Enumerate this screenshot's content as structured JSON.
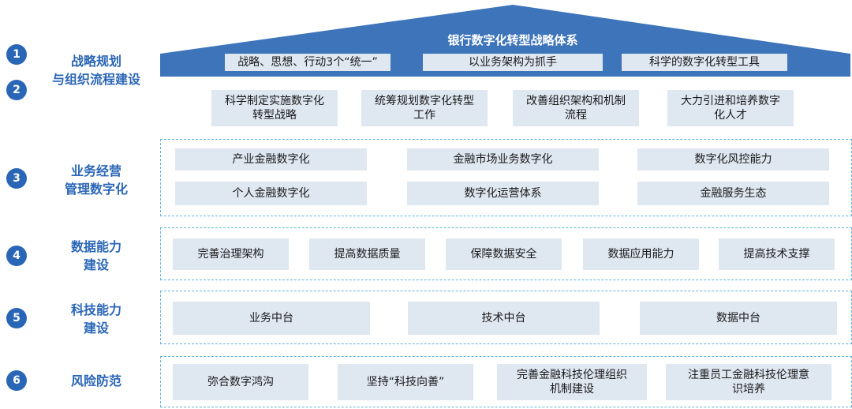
{
  "roof": {
    "title": "银行数字化转型战略体系",
    "items": [
      "战略、思想、行动3个“统一”",
      "以业务架构为抓手",
      "科学的数字化转型工具"
    ]
  },
  "sections": [
    {
      "num": "1"
    },
    {
      "num": "2",
      "title_lines": [
        "战略规划",
        "与组织流程建设"
      ],
      "items": [
        [
          "科学制定实施数字化",
          "转型战略"
        ],
        [
          "统筹规划数字化转型",
          "工作"
        ],
        [
          "改善组织架构和机制",
          "流程"
        ],
        [
          "大力引进和培养数字",
          "化人才"
        ]
      ]
    },
    {
      "num": "3",
      "title_lines": [
        "业务经营",
        "管理数字化"
      ],
      "items": [
        "产业金融数字化",
        "金融市场业务数字化",
        "数字化风控能力",
        "个人金融数字化",
        "数字化运营体系",
        "金融服务生态"
      ]
    },
    {
      "num": "4",
      "title_lines": [
        "数据能力",
        "建设"
      ],
      "items": [
        "完善治理架构",
        "提高数据质量",
        "保障数据安全",
        "数据应用能力",
        "提高技术支撑"
      ]
    },
    {
      "num": "5",
      "title_lines": [
        "科技能力",
        "建设"
      ],
      "items": [
        "业务中台",
        "技术中台",
        "数据中台"
      ]
    },
    {
      "num": "6",
      "title_lines": [
        "风险防范"
      ],
      "items": [
        [
          "弥合数字鸿沟"
        ],
        [
          "坚持“科技向善”"
        ],
        [
          "完善金融科技伦理组织",
          "机制建设"
        ],
        [
          "注重员工金融科技伦理意",
          "识培养"
        ]
      ]
    }
  ],
  "colors": {
    "accent": "#2a66b6",
    "roof": "#3d74ba",
    "box": "#dfe7f1",
    "dash": "#5fb4d8"
  }
}
